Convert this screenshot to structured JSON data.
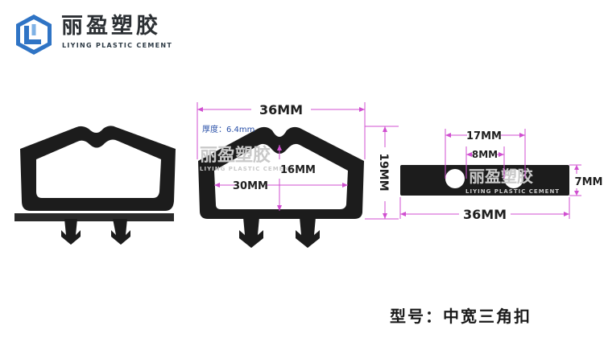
{
  "brand": {
    "name_cn": "丽盈塑胶",
    "name_en": "LIYING PLASTIC CEMENT"
  },
  "front_view": {
    "width_label": "36MM",
    "height_label": "19MM",
    "inner_width_label": "30MM",
    "inner_height_label": "16MM",
    "thickness_label": "厚度：6.4mm"
  },
  "side_view": {
    "hole_span_label": "17MM",
    "hole_diameter_label": "8MM",
    "length_label": "36MM",
    "thickness_label": "7MM"
  },
  "watermark": {
    "text_cn": "丽盈塑胶",
    "text_en": "LIYING PLASTIC CEMENT"
  },
  "model": "型号：中宽三角扣",
  "colors": {
    "part": "#1c1c1c",
    "dimension_line": "#d04fd0",
    "thickness_text": "#2950a8",
    "logo_blue": "#2f74c5",
    "logo_light": "#7fb2e5"
  }
}
